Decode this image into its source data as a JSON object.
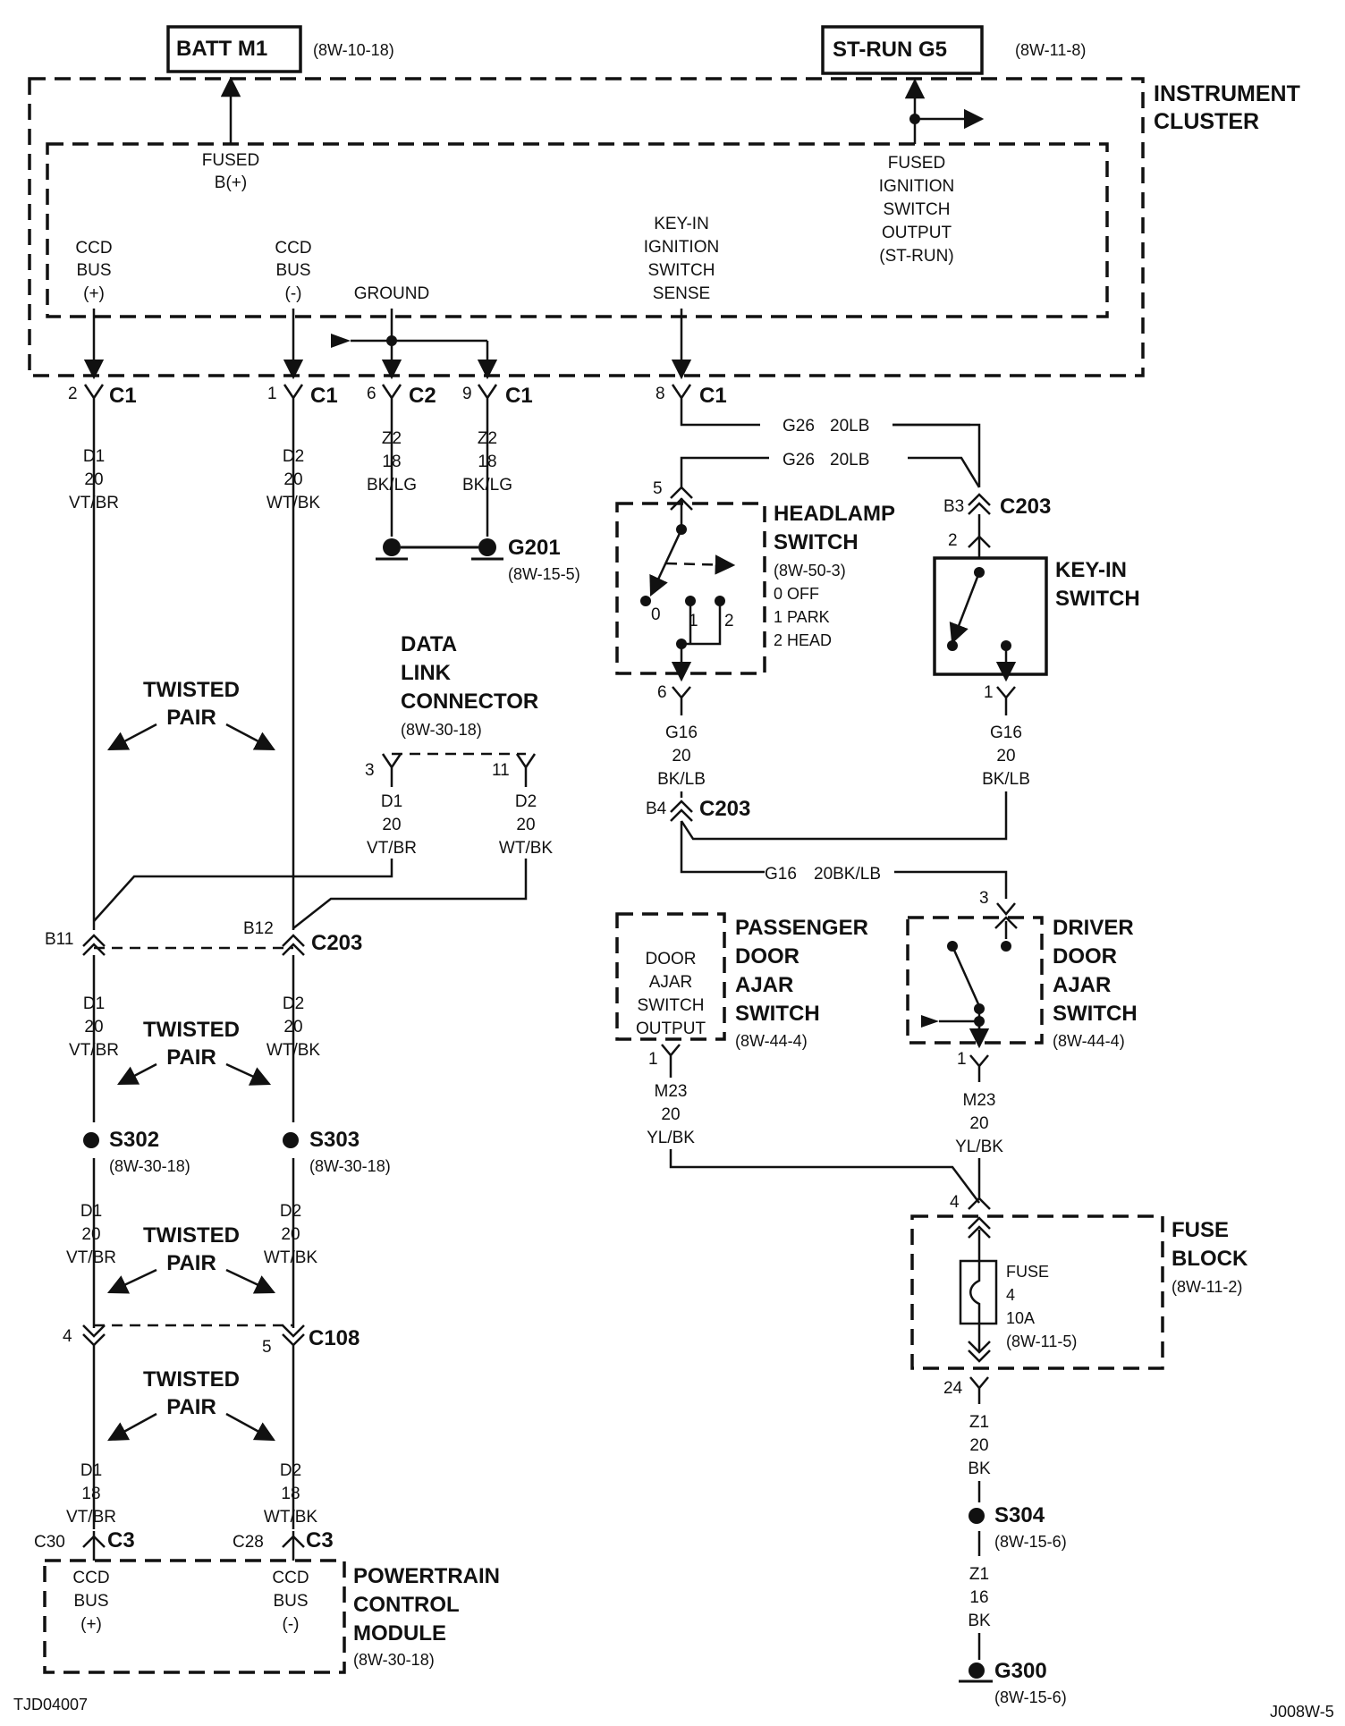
{
  "sources": {
    "batt": {
      "name": "BATT M1",
      "ref": "(8W-10-18)"
    },
    "strun": {
      "name": "ST-RUN G5",
      "ref": "(8W-11-8)"
    }
  },
  "cluster": {
    "title1": "INSTRUMENT",
    "title2": "CLUSTER",
    "fused_b": [
      "FUSED",
      "B(+)"
    ],
    "fused_ign": [
      "FUSED",
      "IGNITION",
      "SWITCH",
      "OUTPUT",
      "(ST-RUN)"
    ],
    "ccd_pos": [
      "CCD",
      "BUS",
      "(+)"
    ],
    "ccd_neg": [
      "CCD",
      "BUS",
      "(-)"
    ],
    "ground": "GROUND",
    "keyin": [
      "KEY-IN",
      "IGNITION",
      "SWITCH",
      "SENSE"
    ]
  },
  "pins": {
    "p2": "2",
    "p1": "1",
    "p6": "6",
    "p9": "9",
    "p8": "8",
    "c1": "C1",
    "c2": "C2"
  },
  "wires": {
    "d1_20": [
      "D1",
      "20",
      "VT/BR"
    ],
    "d2_20": [
      "D2",
      "20",
      "WT/BK"
    ],
    "z2": [
      "Z2",
      "18",
      "BK/LG"
    ],
    "g26_a": [
      "G26",
      "20LB"
    ],
    "g26_b": [
      "G26",
      "20LB"
    ],
    "g16_a": [
      "G16",
      "20",
      "BK/LB"
    ],
    "g16_b": [
      "G16",
      "20",
      "BK/LB"
    ],
    "g16_c": [
      "G16",
      "20BK/LB"
    ],
    "m23": [
      "M23",
      "20",
      "YL/BK"
    ],
    "z1_20": [
      "Z1",
      "20",
      "BK"
    ],
    "z1_16": [
      "Z1",
      "16",
      "BK"
    ],
    "d1_18": [
      "D1",
      "18",
      "VT/BR"
    ],
    "d2_18": [
      "D2",
      "18",
      "WT/BK"
    ]
  },
  "grounds": {
    "g201": {
      "name": "G201",
      "ref": "(8W-15-5)"
    },
    "g300": {
      "name": "G300",
      "ref": "(8W-15-6)"
    }
  },
  "headlamp": {
    "title": [
      "HEADLAMP",
      "SWITCH"
    ],
    "ref": "(8W-50-3)",
    "modes": [
      "0 OFF",
      "1 PARK",
      "2 HEAD"
    ],
    "positions": [
      "0",
      "1",
      "2"
    ],
    "pin_in": "5",
    "pin_out": "6"
  },
  "keyin_switch": {
    "title": [
      "KEY-IN",
      "SWITCH"
    ],
    "pin_in": "2",
    "pin_out": "1"
  },
  "c203": {
    "name": "C203",
    "b3": "B3",
    "b4": "B4",
    "b11": "B11",
    "b12": "B12"
  },
  "dlc": {
    "title": [
      "DATA",
      "LINK",
      "CONNECTOR"
    ],
    "ref": "(8W-30-18)",
    "p3": "3",
    "p11": "11"
  },
  "twisted": [
    "TWISTED",
    "PAIR"
  ],
  "splices": {
    "s302": {
      "name": "S302",
      "ref": "(8W-30-18)"
    },
    "s303": {
      "name": "S303",
      "ref": "(8W-30-18)"
    },
    "s304": {
      "name": "S304",
      "ref": "(8W-15-6)"
    }
  },
  "passenger": {
    "title": [
      "PASSENGER",
      "DOOR",
      "AJAR",
      "SWITCH"
    ],
    "inner": [
      "DOOR",
      "AJAR",
      "SWITCH",
      "OUTPUT"
    ],
    "ref": "(8W-44-4)",
    "pin": "1"
  },
  "driver": {
    "title": [
      "DRIVER",
      "DOOR",
      "AJAR",
      "SWITCH"
    ],
    "ref": "(8W-44-4)",
    "pin_in": "3",
    "pin_out": "1"
  },
  "fuse_block": {
    "title": [
      "FUSE",
      "BLOCK"
    ],
    "ref": "(8W-11-2)",
    "fuse": [
      "FUSE",
      "4",
      "10A",
      "(8W-11-5)"
    ],
    "pin_in": "4",
    "pin_out": "24"
  },
  "c108": {
    "name": "C108",
    "p4": "4",
    "p5": "5"
  },
  "c3": {
    "name": "C3",
    "c30": "C30",
    "c28": "C28"
  },
  "pcm": {
    "title": [
      "POWERTRAIN",
      "CONTROL",
      "MODULE"
    ],
    "ref": "(8W-30-18)",
    "ccd_pos": [
      "CCD",
      "BUS",
      "(+)"
    ],
    "ccd_neg": [
      "CCD",
      "BUS",
      "(-)"
    ]
  },
  "footer": {
    "left": "TJD04007",
    "right": "J008W-5"
  }
}
